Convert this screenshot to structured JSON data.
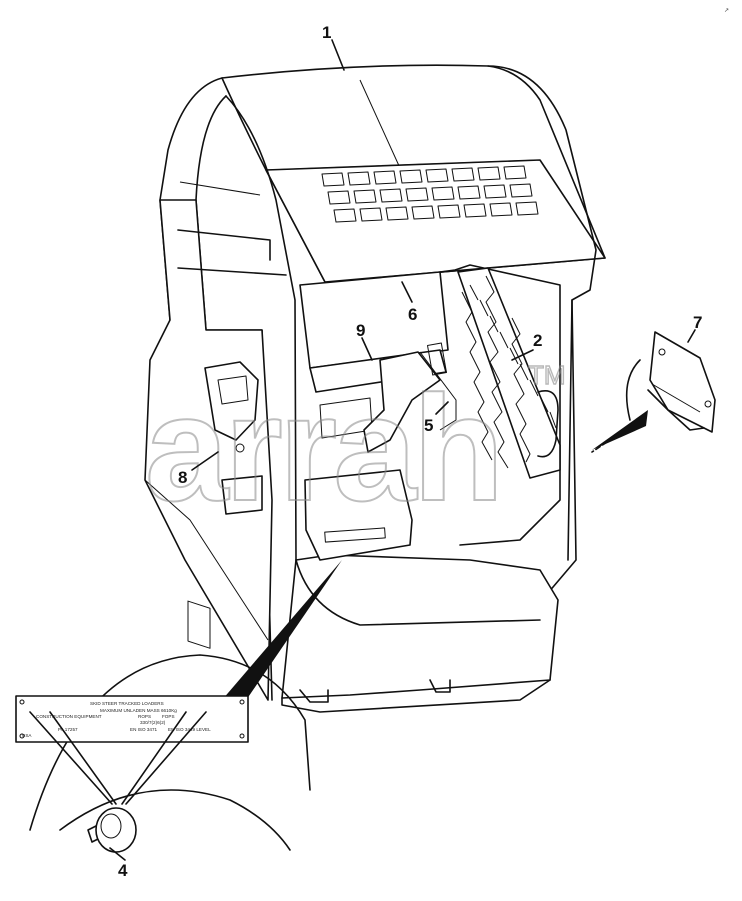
{
  "callouts": {
    "c1": "1",
    "c2": "2",
    "c4": "4",
    "c5": "5",
    "c6": "6",
    "c7": "7",
    "c8": "8",
    "c9": "9"
  },
  "watermark": {
    "text": "arrah",
    "mark": "TM"
  },
  "plate": {
    "line1": "SKID STEER TRACKED LOADERS",
    "line2": "MAXIMUM UNLADEN MASS 6610Kg",
    "line3": "CONSTRUCTION EQUIPMENT",
    "line4": "ROPS",
    "line5": "FOPS",
    "line6": "330/7(2)6(2)",
    "line7": "EN ISO 3471",
    "line8": "EN ISO 3449 LEVEL",
    "line9": "PA 17257",
    "line10": "USA"
  },
  "corner_mark": "↗"
}
